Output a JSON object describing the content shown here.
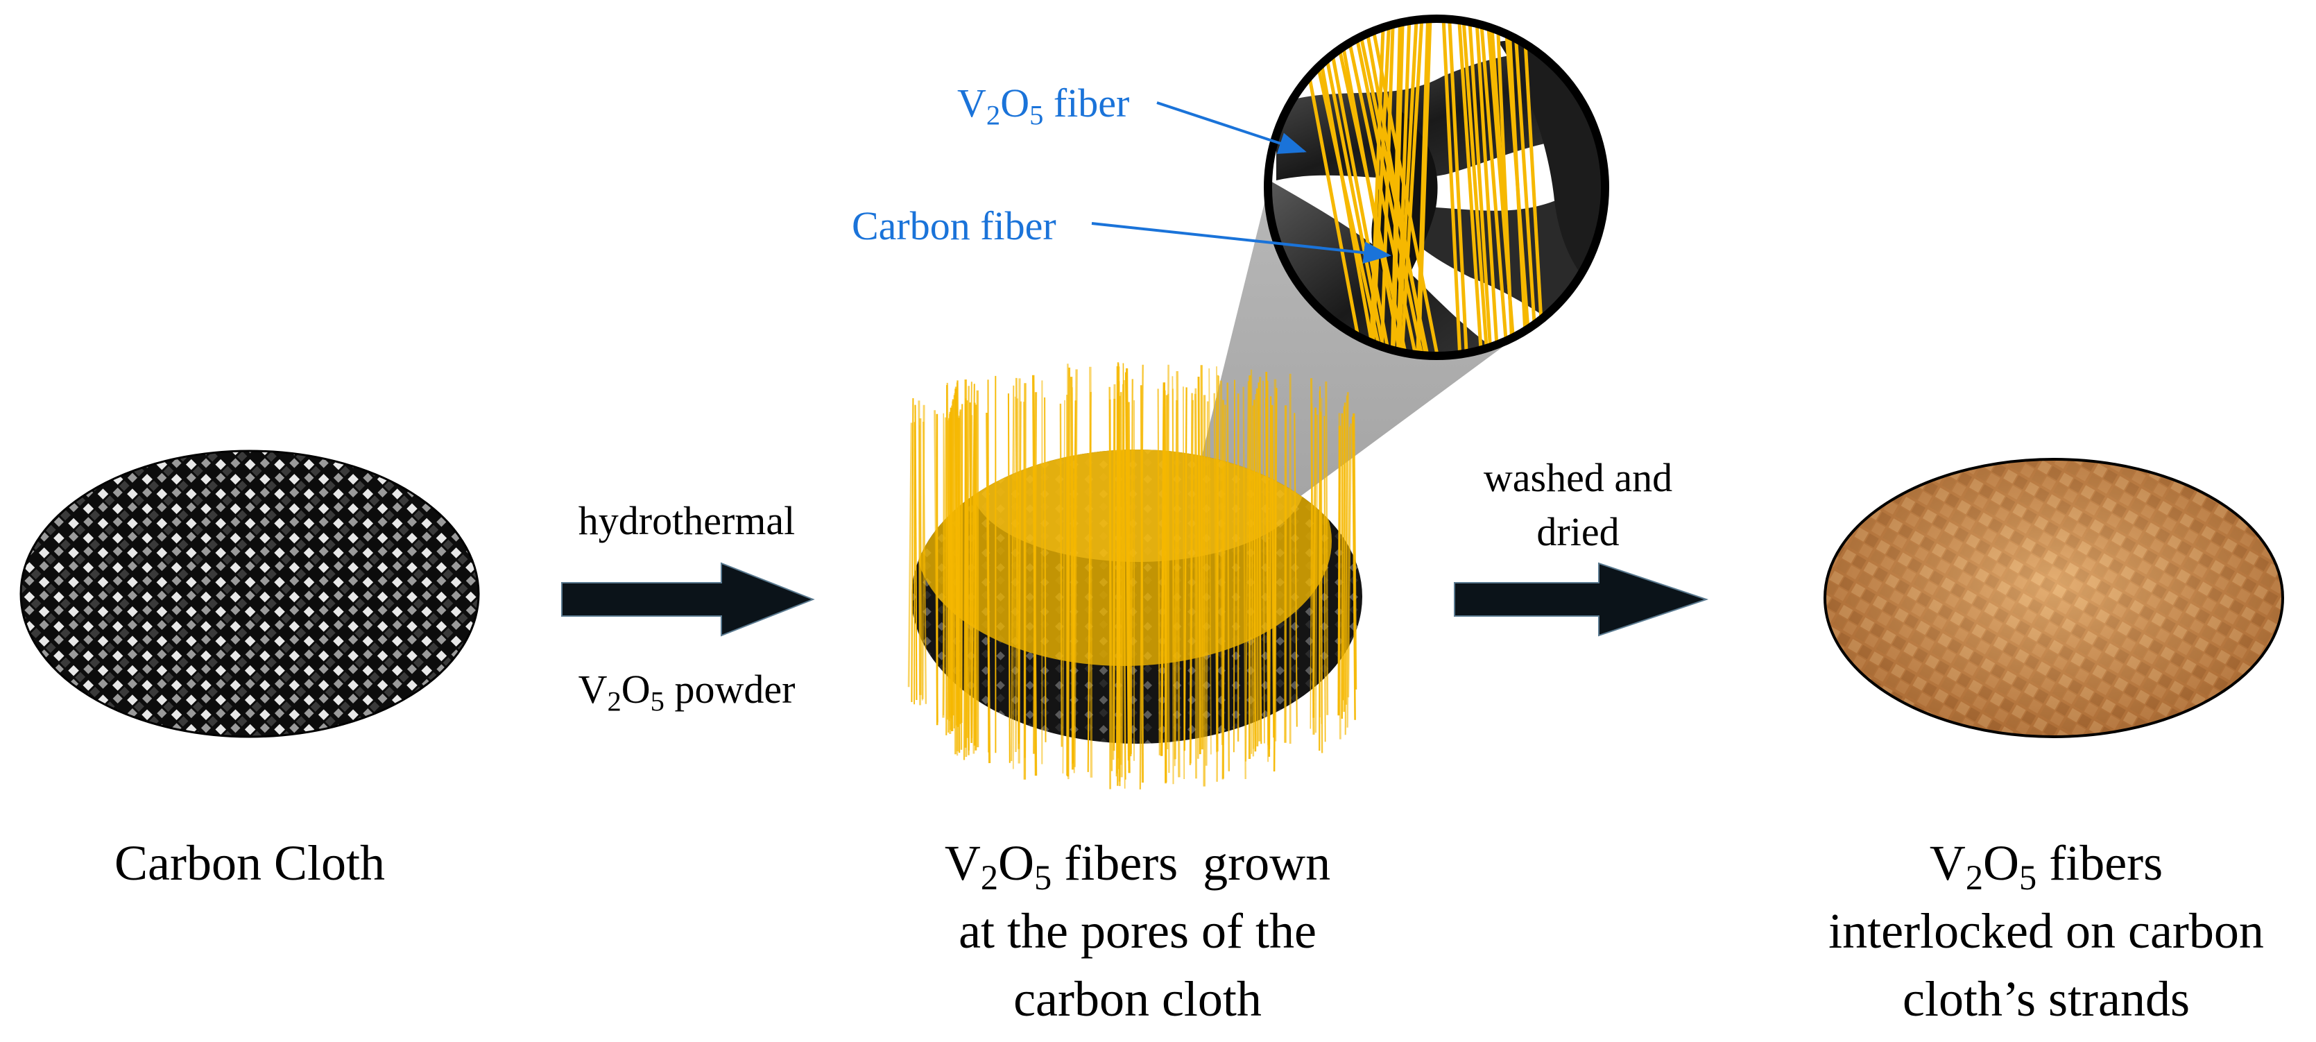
{
  "colors": {
    "background": "#ffffff",
    "annotation_blue": "#1a73d9",
    "fiber_yellow": "#f6b800",
    "carbon_dark": "#111111",
    "treated_cloth": "#c98548",
    "arrow": "#0b1319"
  },
  "stage_1": {
    "caption": "Carbon Cloth"
  },
  "step_1": {
    "above_arrow": "hydrothermal",
    "below_arrow": {
      "formula": {
        "V": "V",
        "s1": "2",
        "O": "O",
        "s2": "5"
      },
      "rest": "powder"
    }
  },
  "stage_2": {
    "caption_formula": {
      "V": "V",
      "s1": "2",
      "O": "O",
      "s2": "5"
    },
    "caption_lines": [
      "fibers  grown",
      "at the pores of the",
      "carbon cloth"
    ]
  },
  "zoom": {
    "label_v2o5": {
      "formula": {
        "V": "V",
        "s1": "2",
        "O": "O",
        "s2": "5"
      },
      "rest": "fiber"
    },
    "label_carbon": "Carbon fiber"
  },
  "step_2": {
    "above_arrow_lines": [
      "washed and",
      "dried"
    ]
  },
  "stage_3": {
    "caption_formula": {
      "V": "V",
      "s1": "2",
      "O": "O",
      "s2": "5"
    },
    "caption_lines": [
      "fibers",
      "interlocked on carbon",
      "cloth’s strands"
    ]
  }
}
